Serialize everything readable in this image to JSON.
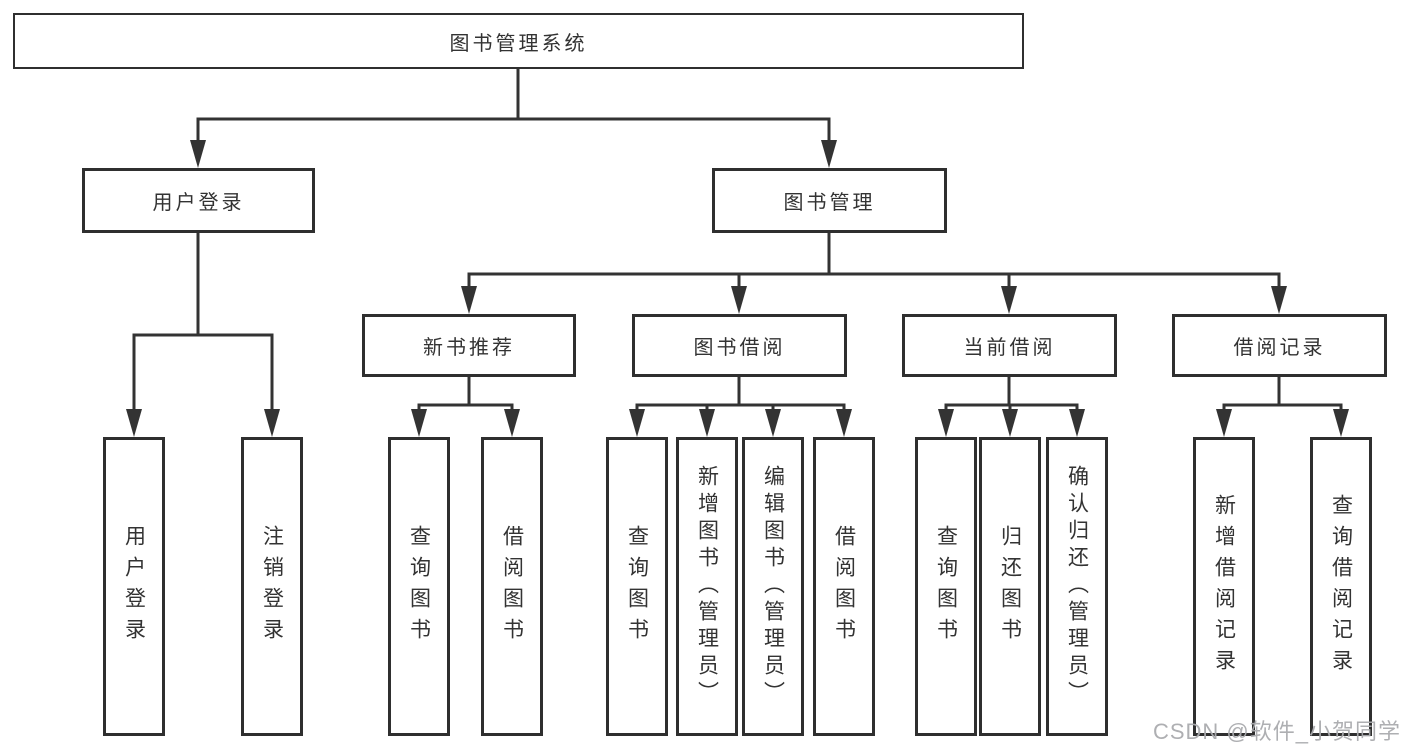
{
  "diagram": {
    "type": "hierarchy",
    "tree": {
      "label": "图书管理系统",
      "children": [
        {
          "label": "用户登录",
          "children": [
            {
              "label": "用户登录"
            },
            {
              "label": "注销登录"
            }
          ]
        },
        {
          "label": "图书管理",
          "children": [
            {
              "label": "新书推荐",
              "children": [
                {
                  "label": "查询图书"
                },
                {
                  "label": "借阅图书"
                }
              ]
            },
            {
              "label": "图书借阅",
              "children": [
                {
                  "label": "查询图书"
                },
                {
                  "label": "新增图书（管理员）"
                },
                {
                  "label": "编辑图书（管理员）"
                },
                {
                  "label": "借阅图书"
                }
              ]
            },
            {
              "label": "当前借阅",
              "children": [
                {
                  "label": "查询图书"
                },
                {
                  "label": "归还图书"
                },
                {
                  "label": "确认归还（管理员）"
                }
              ]
            },
            {
              "label": "借阅记录",
              "children": [
                {
                  "label": "新增借阅记录"
                },
                {
                  "label": "查询借阅记录"
                }
              ]
            }
          ]
        }
      ]
    },
    "watermark": {
      "text": "CSDN @软件_小贺同学"
    },
    "colors": {
      "line": "#333333",
      "box_border": "#2f2f2f",
      "box_fill": "#ffffff",
      "text": "#333333",
      "watermark": "#aaabad",
      "background": "#ffffff"
    }
  }
}
